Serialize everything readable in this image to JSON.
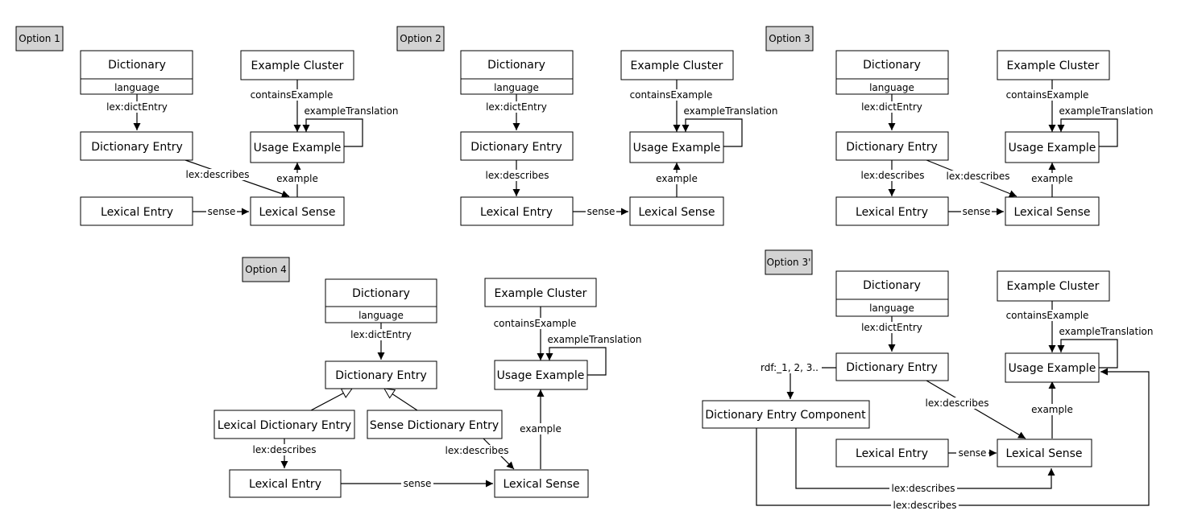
{
  "options": {
    "o1": "Option 1",
    "o2": "Option 2",
    "o3": "Option 3",
    "o4": "Option 4",
    "o3p": "Option 3'"
  },
  "nodes": {
    "dictionary": "Dictionary",
    "language": "language",
    "example_cluster": "Example Cluster",
    "dictionary_entry": "Dictionary Entry",
    "usage_example": "Usage Example",
    "lexical_entry": "Lexical Entry",
    "lexical_sense": "Lexical Sense",
    "lexical_dictionary_entry": "Lexical Dictionary Entry",
    "sense_dictionary_entry": "Sense Dictionary Entry",
    "dictionary_entry_component": "Dictionary Entry Component"
  },
  "edges": {
    "dict_entry": "lex:dictEntry",
    "contains_example": "containsExample",
    "example_translation": "exampleTranslation",
    "describes": "lex:describes",
    "example": "example",
    "sense": "sense",
    "rdf_members": "rdf:_1, 2, 3.."
  },
  "colors": {
    "option_fill": "#d3d3d3",
    "stroke": "#000000",
    "background": "#ffffff"
  }
}
